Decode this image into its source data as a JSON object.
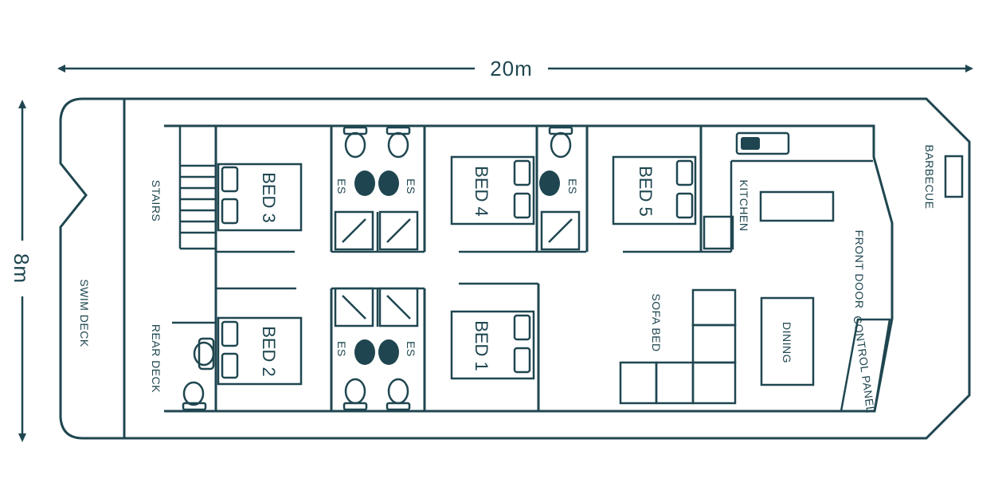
{
  "dimensions": {
    "length": "20m",
    "width": "8m"
  },
  "labels": {
    "swim_deck": "SWIM DECK",
    "stairs": "STAIRS",
    "rear_deck": "REAR DECK",
    "bed3": "BED 3",
    "bed2": "BED 2",
    "bed4": "BED 4",
    "bed1": "BED 1",
    "bed5": "BED 5",
    "es1": "ES",
    "es2": "ES",
    "es3": "ES",
    "es4": "ES",
    "es5": "ES",
    "kitchen": "KITCHEN",
    "sofa_bed": "SOFA BED",
    "dining": "DINING",
    "front_door": "FRONT DOOR",
    "control_panel": "CONTROL PANEL",
    "barbecue": "BARBECUE"
  },
  "colors": {
    "line": "#1f4650",
    "background": "#ffffff"
  }
}
